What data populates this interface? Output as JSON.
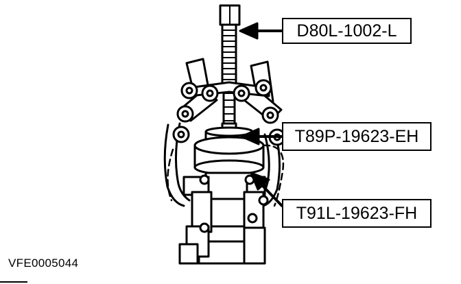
{
  "figure": {
    "id_label": "VFE0005044"
  },
  "callouts": [
    {
      "part_number": "D80L-1002-L"
    },
    {
      "part_number": "T89P-19623-EH"
    },
    {
      "part_number": "T91L-19623-FH"
    }
  ],
  "colors": {
    "ink": "#000000",
    "background": "#ffffff"
  }
}
